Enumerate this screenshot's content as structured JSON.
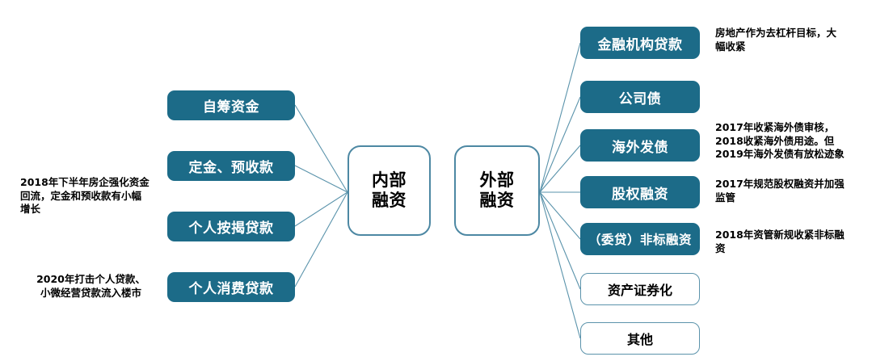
{
  "diagram": {
    "title_present": false,
    "colors": {
      "node_fill": "#1C6B88",
      "node_outline_border": "#5B93AB",
      "hub_border": "#4D88A3",
      "edge": "#5A93AB",
      "text_on_fill": "#FFFFFF",
      "text_dark": "#000000",
      "background": "#FFFFFF"
    },
    "hubs": [
      {
        "id": "internal",
        "label_line1": "内部",
        "label_line2": "融资"
      },
      {
        "id": "external",
        "label_line1": "外部",
        "label_line2": "融资"
      }
    ],
    "internal_sources": [
      {
        "id": "self-raised-funds",
        "label": "自筹资金",
        "style": "filled"
      },
      {
        "id": "deposit-prepayment",
        "label": "定金、预收款",
        "style": "filled"
      },
      {
        "id": "personal-mortgage-loan",
        "label": "个人按揭贷款",
        "style": "filled"
      },
      {
        "id": "personal-consumer-loan",
        "label": "个人消费贷款",
        "style": "filled"
      }
    ],
    "external_sources": [
      {
        "id": "financial-institution-loan",
        "label": "金融机构贷款",
        "style": "filled"
      },
      {
        "id": "corporate-bond",
        "label": "公司债",
        "style": "filled"
      },
      {
        "id": "overseas-bond-issuance",
        "label": "海外发债",
        "style": "filled"
      },
      {
        "id": "equity-financing",
        "label": "股权融资",
        "style": "filled"
      },
      {
        "id": "entrusted-loan-nonstandard-financing",
        "label": "（委贷）非标融资",
        "style": "filled"
      },
      {
        "id": "asset-securitization",
        "label": "资产证券化",
        "style": "outline"
      },
      {
        "id": "other",
        "label": "其他",
        "style": "outline"
      }
    ],
    "annotations_left": [
      {
        "id": "annot-deposit-prepayment",
        "target": "deposit-prepayment",
        "lines": [
          "2018年下半年房企强化资金",
          "回流，定金和预收款有小幅",
          "增长"
        ],
        "align": "left"
      },
      {
        "id": "annot-personal-consumer-loan",
        "target": "personal-consumer-loan",
        "lines": [
          "2020年打击个人贷款、",
          "小微经营贷款流入楼市"
        ],
        "align": "center"
      }
    ],
    "annotations_right": [
      {
        "id": "annot-financial-institution-loan",
        "target": "financial-institution-loan",
        "lines": [
          "房地产作为去杠杆目标，大",
          "幅收紧"
        ]
      },
      {
        "id": "annot-overseas-bond-issuance",
        "target": "overseas-bond-issuance",
        "lines": [
          "2017年收紧海外债审核，",
          "2018收紧海外债用途。但",
          "2019年海外发债有放松迹象"
        ]
      },
      {
        "id": "annot-equity-financing",
        "target": "equity-financing",
        "lines": [
          "2017年规范股权融资并加强",
          "监管"
        ]
      },
      {
        "id": "annot-entrusted-loan-nonstandard-financing",
        "target": "entrusted-loan-nonstandard-financing",
        "lines": [
          "2018年资管新规收紧非标融",
          "资"
        ]
      }
    ]
  }
}
